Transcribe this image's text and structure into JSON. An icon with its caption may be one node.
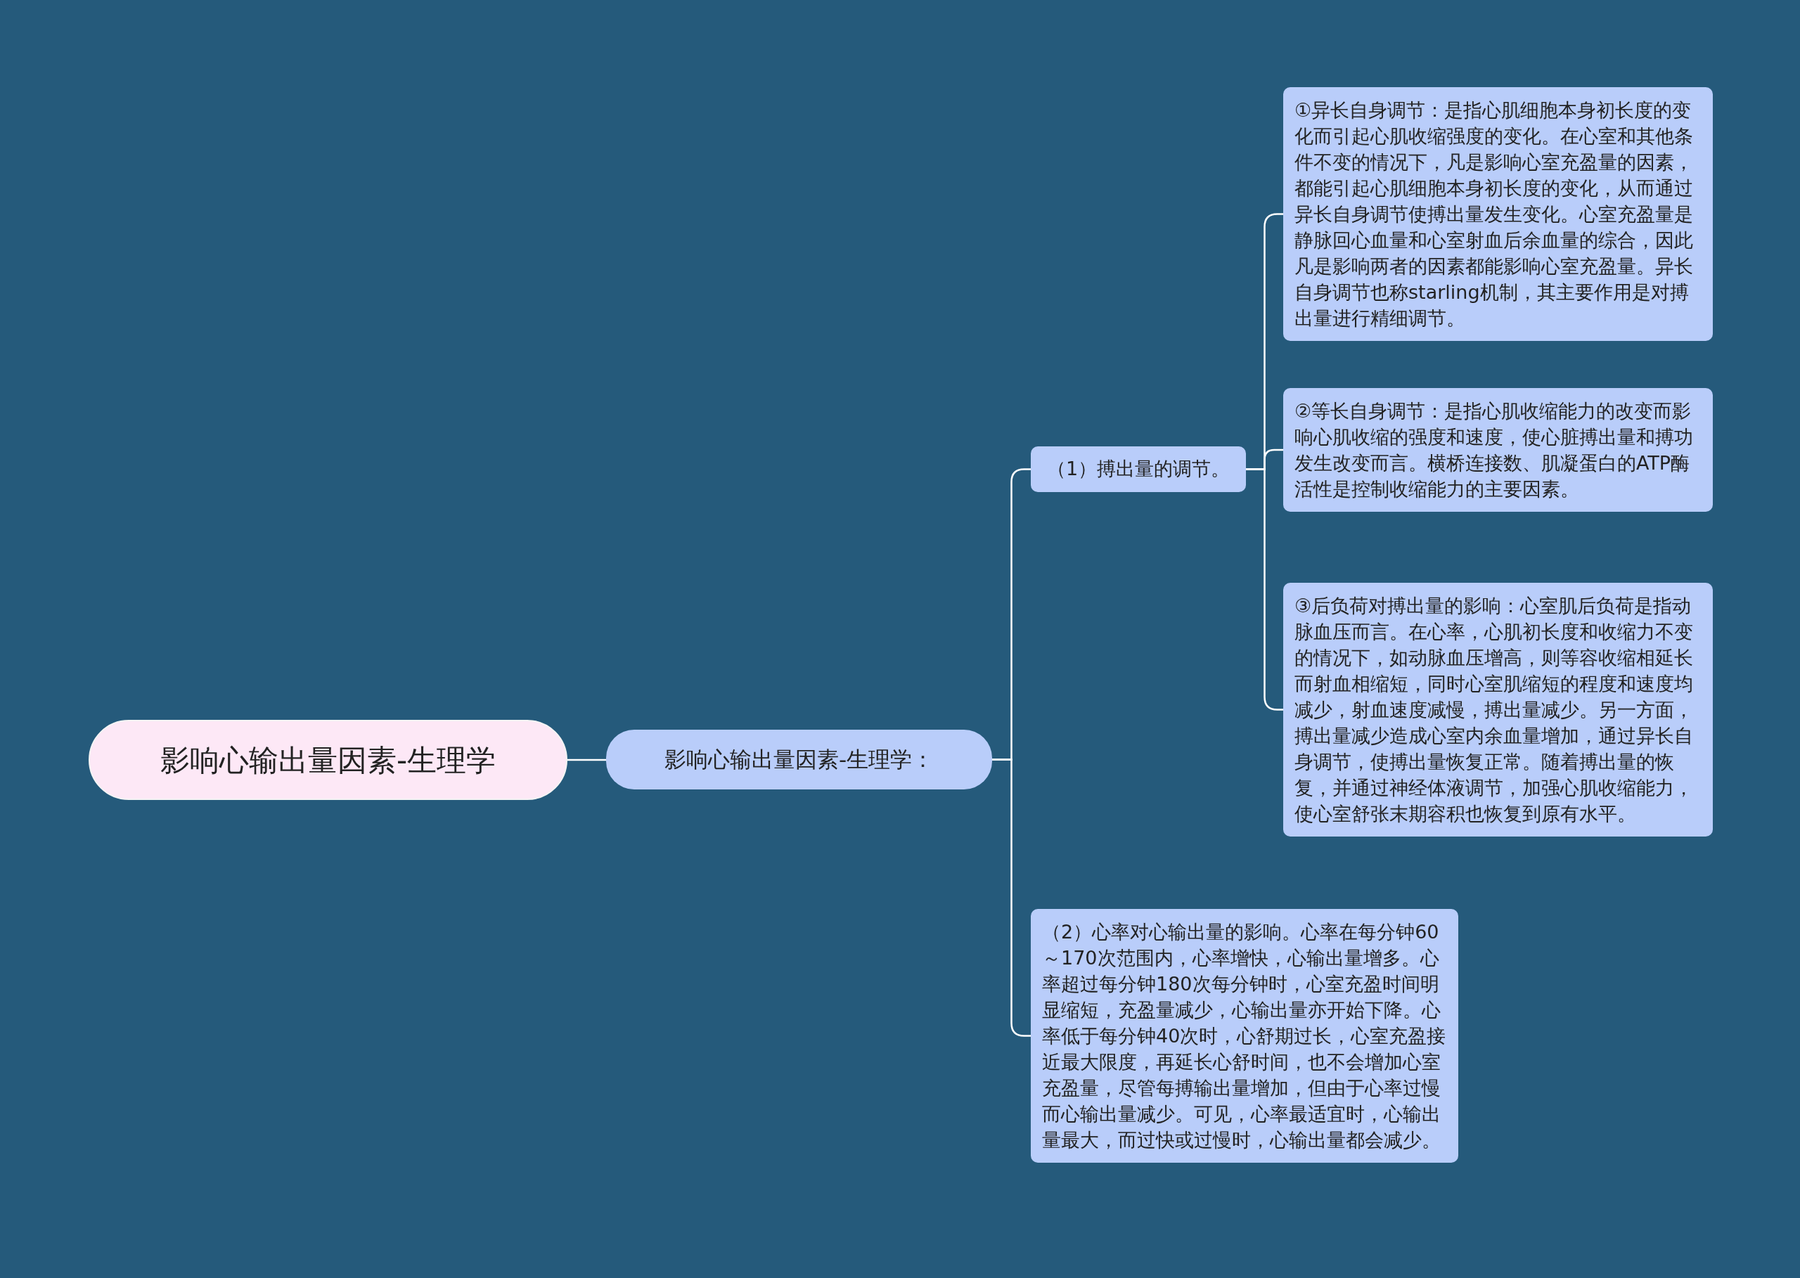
{
  "diagram": {
    "nodes": [
      {
        "text": [
          "影响心输出量因素-生理学"
        ]
      },
      {
        "text": [
          "影响心输出量因素-生理学："
        ]
      },
      {
        "text": [
          "（1）搏出量的调节。"
        ]
      },
      {
        "text": [
          "①异长自身调节：是指心肌细胞本身初长度的变化而引起心肌收缩强度的变化。在心室和其他条件不变的情况下，凡是影响心室充盈量的因素，都能引起心肌细胞本身初长度的变化，从而通过异长自身调节使搏出量发生变化。心室充盈量是静脉回心血量和心室射血后余血量的综合，因此凡是影响两者的因素都能影响心室充盈量。异长自身调节也称starling机制，其主要作用是对搏出量进行精细调节。"
        ]
      },
      {
        "text": [
          "②等长自身调节：是指心肌收缩能力的改变而影响心肌收缩的强度和速度，使心脏搏出量和搏功发生改变而言。横桥连接数、肌凝蛋白的ATP酶活性是控制收缩能力的主要因素。"
        ]
      },
      {
        "text": [
          "③后负荷对搏出量的影响：心室肌后负荷是指动脉血压而言。在心率，心肌初长度和收缩力不变的情况下，如动脉血压增高，则等容收缩相延长而射血相缩短，同时心室肌缩短的程度和速度均减少，射血速度减慢，搏出量减少。另一方面，搏出量减少造成心室内余血量增加，通过异长自身调节，使搏出量恢复正常。随着搏出量的恢复，并通过神经体液调节，加强心肌收缩能力，使心室舒张末期容积也恢复到原有水平。"
        ]
      },
      {
        "text": [
          "（2）心率对心输出量的影响。心率在每分钟60～170次范围内，心率增快，心输出量增多。心率超过每分钟180次每分钟时，心室充盈时间明显缩短，充盈量减少，心输出量亦开始下降。心率低于每分钟40次时，心舒期过长，心室充盈接近最大限度，再延长心舒时间，也不会增加心室充盈量，尽管每搏输出量增加，但由于心率过慢而心输出量减少。可见，心率最适宜时，心输出量最大，而过快或过慢时，心输出量都会减少。"
        ]
      }
    ],
    "edges": [
      {
        "from": 0,
        "to": 1,
        "arrow": "none"
      },
      {
        "from": 1,
        "to": 2,
        "arrow": "none"
      },
      {
        "from": 1,
        "to": 6,
        "arrow": "none"
      },
      {
        "from": 2,
        "to": 3,
        "arrow": "none"
      },
      {
        "from": 2,
        "to": 4,
        "arrow": "none"
      },
      {
        "from": 2,
        "to": 5,
        "arrow": "none"
      }
    ]
  }
}
